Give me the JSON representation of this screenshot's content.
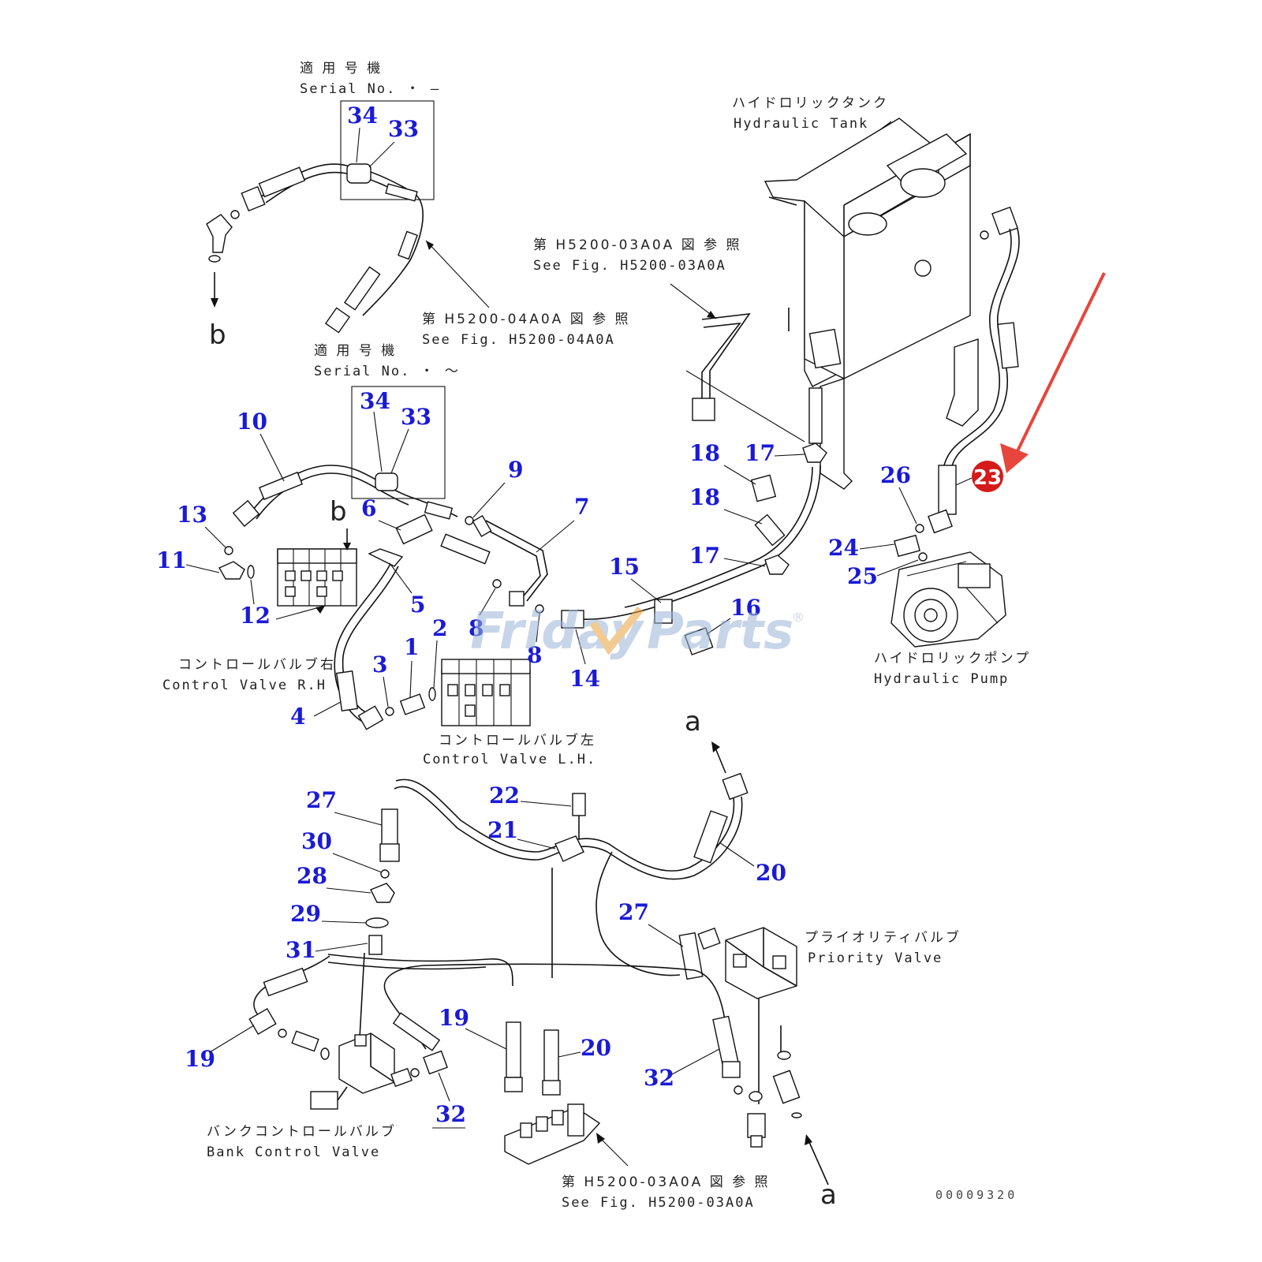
{
  "captions": {
    "serial_top_jp": "適 用 号 機",
    "serial_top_en": "Serial No.  ・ ―",
    "serial_mid_jp": "適 用 号 機",
    "serial_mid_en": "Serial No.  ・ ～",
    "hyd_tank_jp": "ハイドロリックタンク",
    "hyd_tank_en": "Hydraulic Tank",
    "see_fig_03_top_jp": "第 H5200-03A0A 図 参 照",
    "see_fig_03_top_en": "See Fig. H5200-03A0A",
    "see_fig_04_jp": "第 H5200-04A0A 図 参 照",
    "see_fig_04_en": "See Fig. H5200-04A0A",
    "ctrl_valve_rh_jp": "コントロールバルブ右",
    "ctrl_valve_rh_en": "Control Valve R.H",
    "ctrl_valve_lh_jp": "コントロールバルブ左",
    "ctrl_valve_lh_en": "Control Valve L.H.",
    "hyd_pump_jp": "ハイドロリックポンプ",
    "hyd_pump_en": "Hydraulic Pump",
    "priority_valve_jp": "プライオリティバルブ",
    "priority_valve_en": "Priority Valve",
    "bank_valve_jp": "バンクコントロールバルブ",
    "bank_valve_en": "Bank Control Valve",
    "see_fig_03_bottom_jp": "第 H5200-03A0A 図 参 照",
    "see_fig_03_bottom_en": "See Fig. H5200-03A0A",
    "letter_b_top": "b",
    "letter_b_mid": "b",
    "letter_a_top": "a",
    "letter_a_bottom": "a",
    "doc_number": "00009320"
  },
  "watermark": {
    "text_a": "Friday",
    "text_b": "Parts",
    "mark": "®"
  },
  "highlight": {
    "number": "23",
    "color": "#d41a1a",
    "arrow_color": "#e8453c"
  },
  "colors": {
    "callout": "#1a1ad6",
    "watermark": "#9bb4d8",
    "watermark_accent": "#e8a13a"
  },
  "callouts": {
    "c34a": "34",
    "c33a": "33",
    "c34b": "34",
    "c33b": "33",
    "c10": "10",
    "c9": "9",
    "c7": "7",
    "c6": "6",
    "c13": "13",
    "c11": "11",
    "c12": "12",
    "c5": "5",
    "c8a": "8",
    "c8b": "8",
    "c3": "3",
    "c1": "1",
    "c2": "2",
    "c4": "4",
    "c18a": "18",
    "c17a": "17",
    "c18b": "18",
    "c17b": "17",
    "c15": "15",
    "c16": "16",
    "c14": "14",
    "c26": "26",
    "c24": "24",
    "c25": "25",
    "c27a": "27",
    "c22": "22",
    "c21": "21",
    "c20a": "20",
    "c30": "30",
    "c28": "28",
    "c29": "29",
    "c31": "31",
    "c27b": "27",
    "c19a": "19",
    "c19b": "19",
    "c20b": "20",
    "c32a": "32",
    "c32b": "32"
  }
}
